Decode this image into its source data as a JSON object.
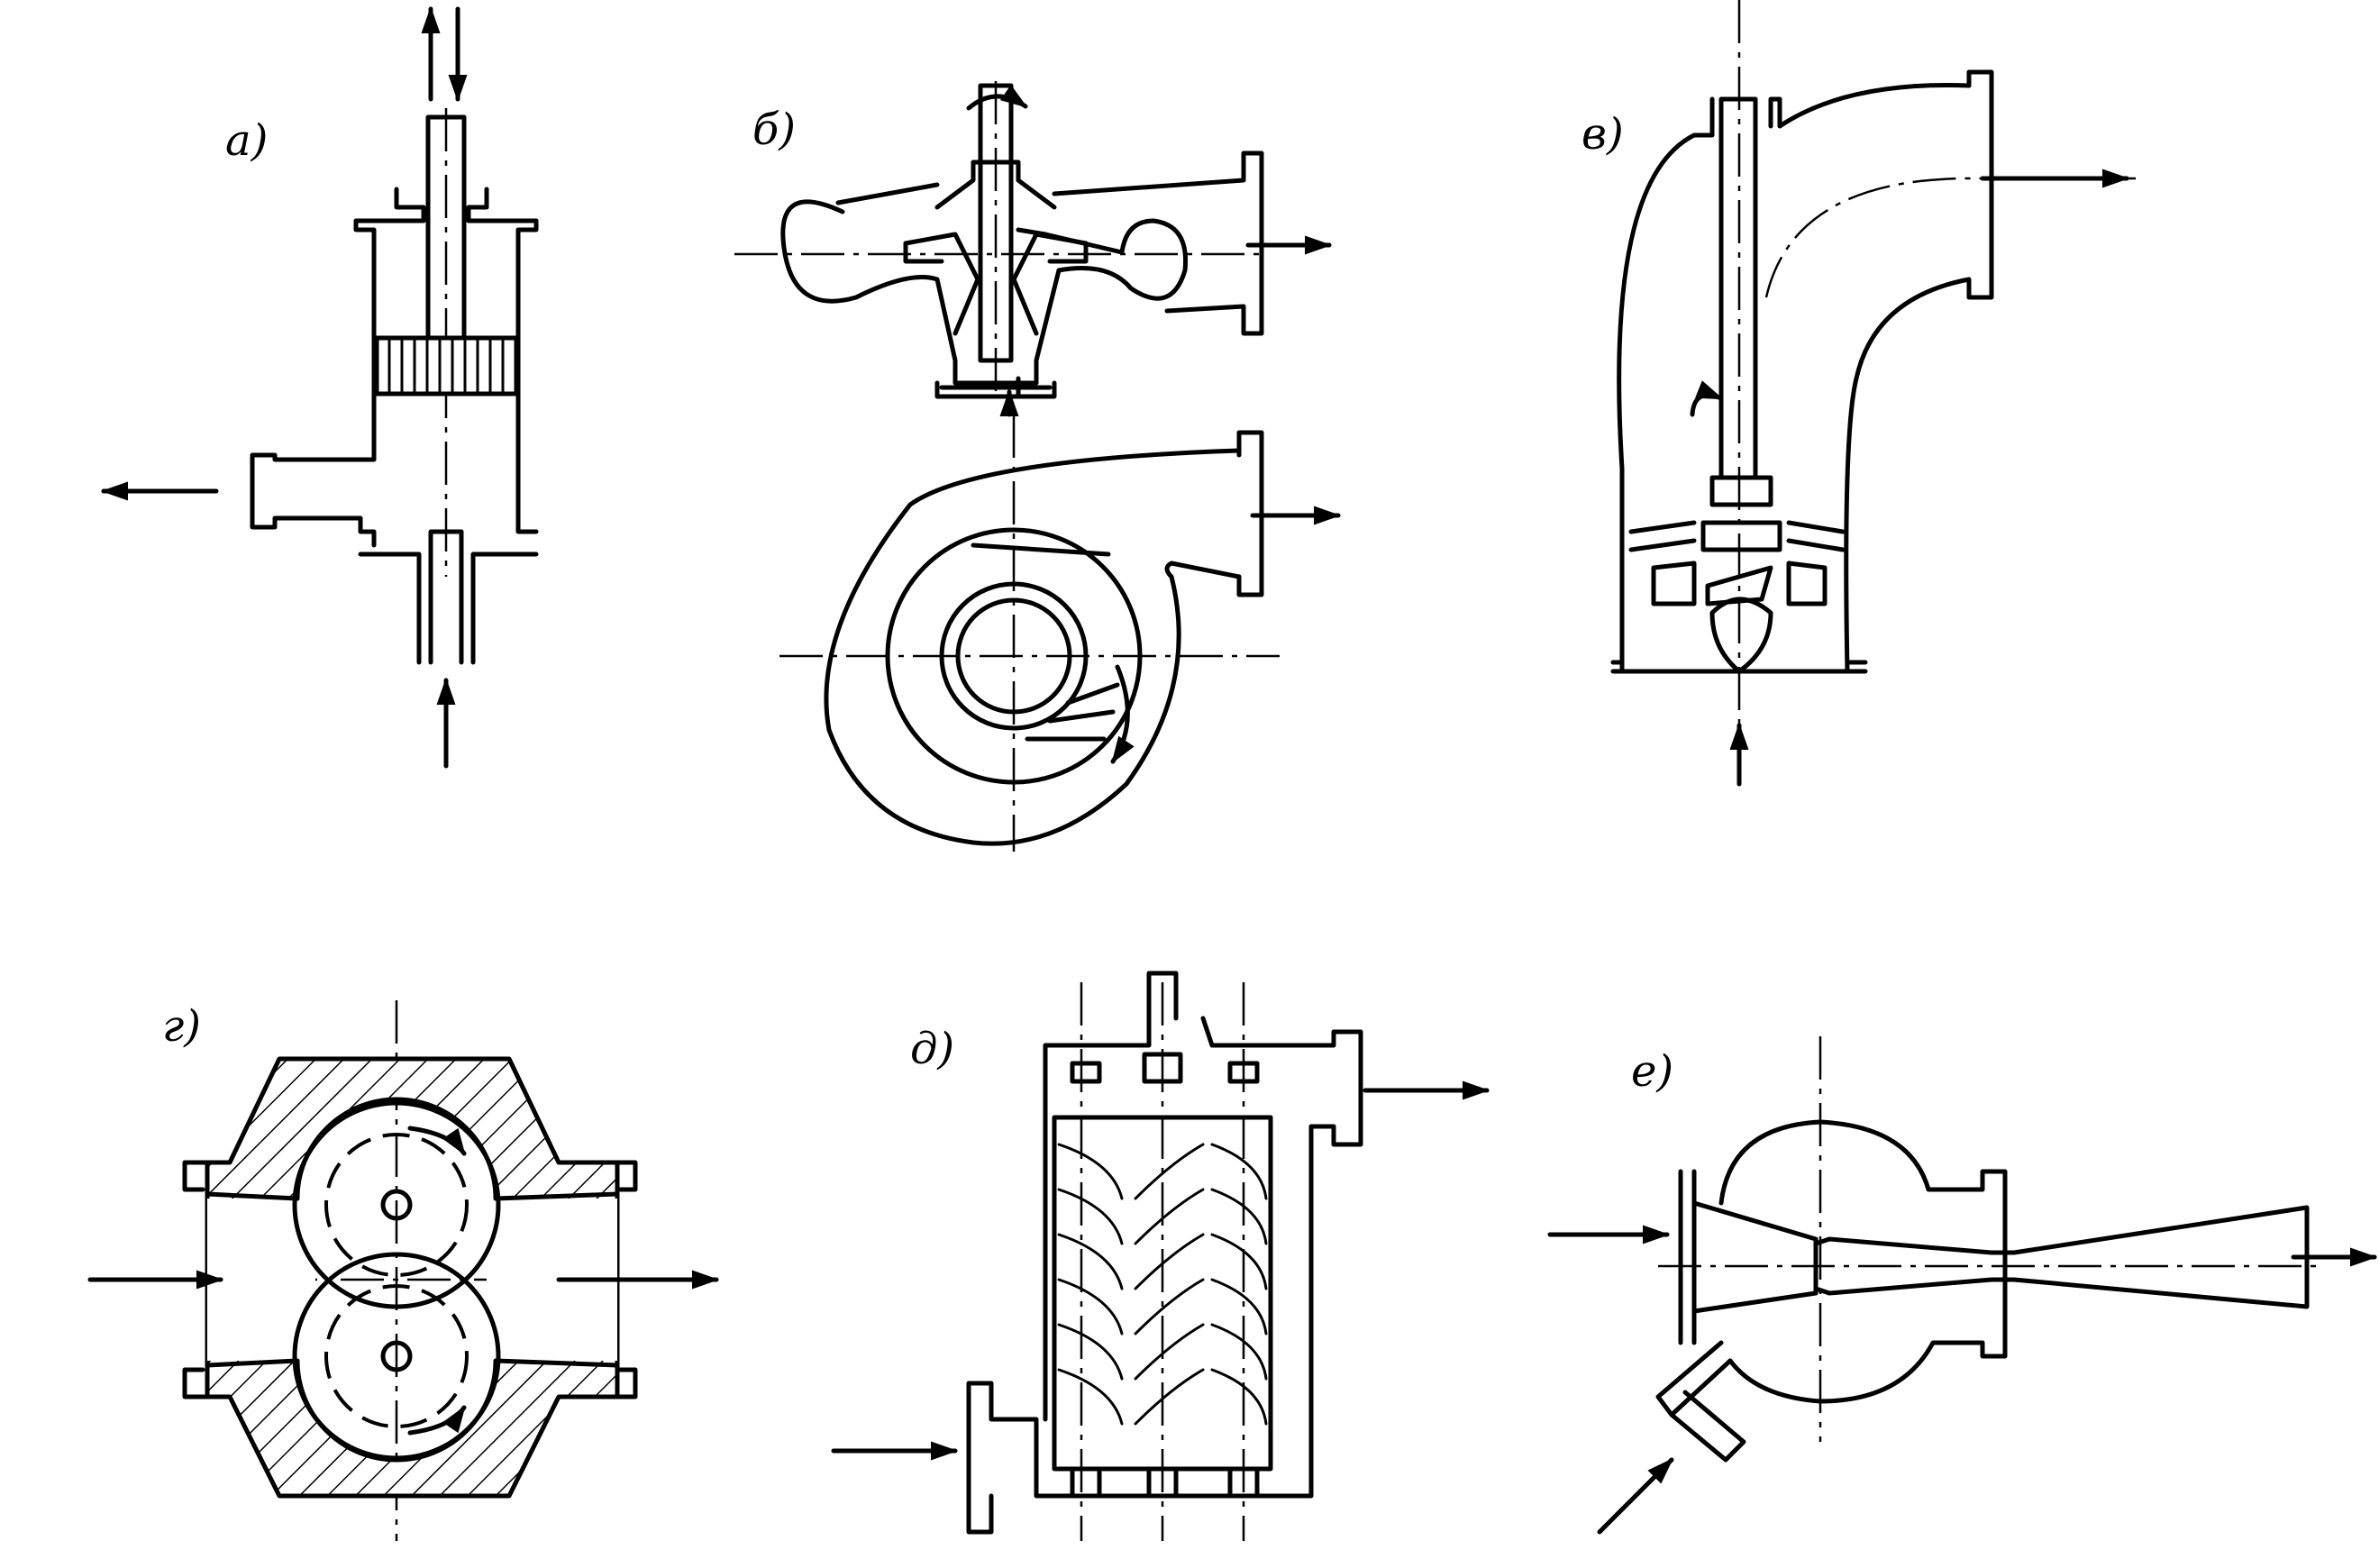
{
  "figure": {
    "panels": [
      {
        "id": "a",
        "label": "а)"
      },
      {
        "id": "b",
        "label": "б)"
      },
      {
        "id": "v",
        "label": "в)"
      },
      {
        "id": "g",
        "label": "г)"
      },
      {
        "id": "d",
        "label": "д)"
      },
      {
        "id": "e",
        "label": "е)"
      }
    ],
    "line_color": "#000000",
    "background_color": "#ffffff"
  }
}
